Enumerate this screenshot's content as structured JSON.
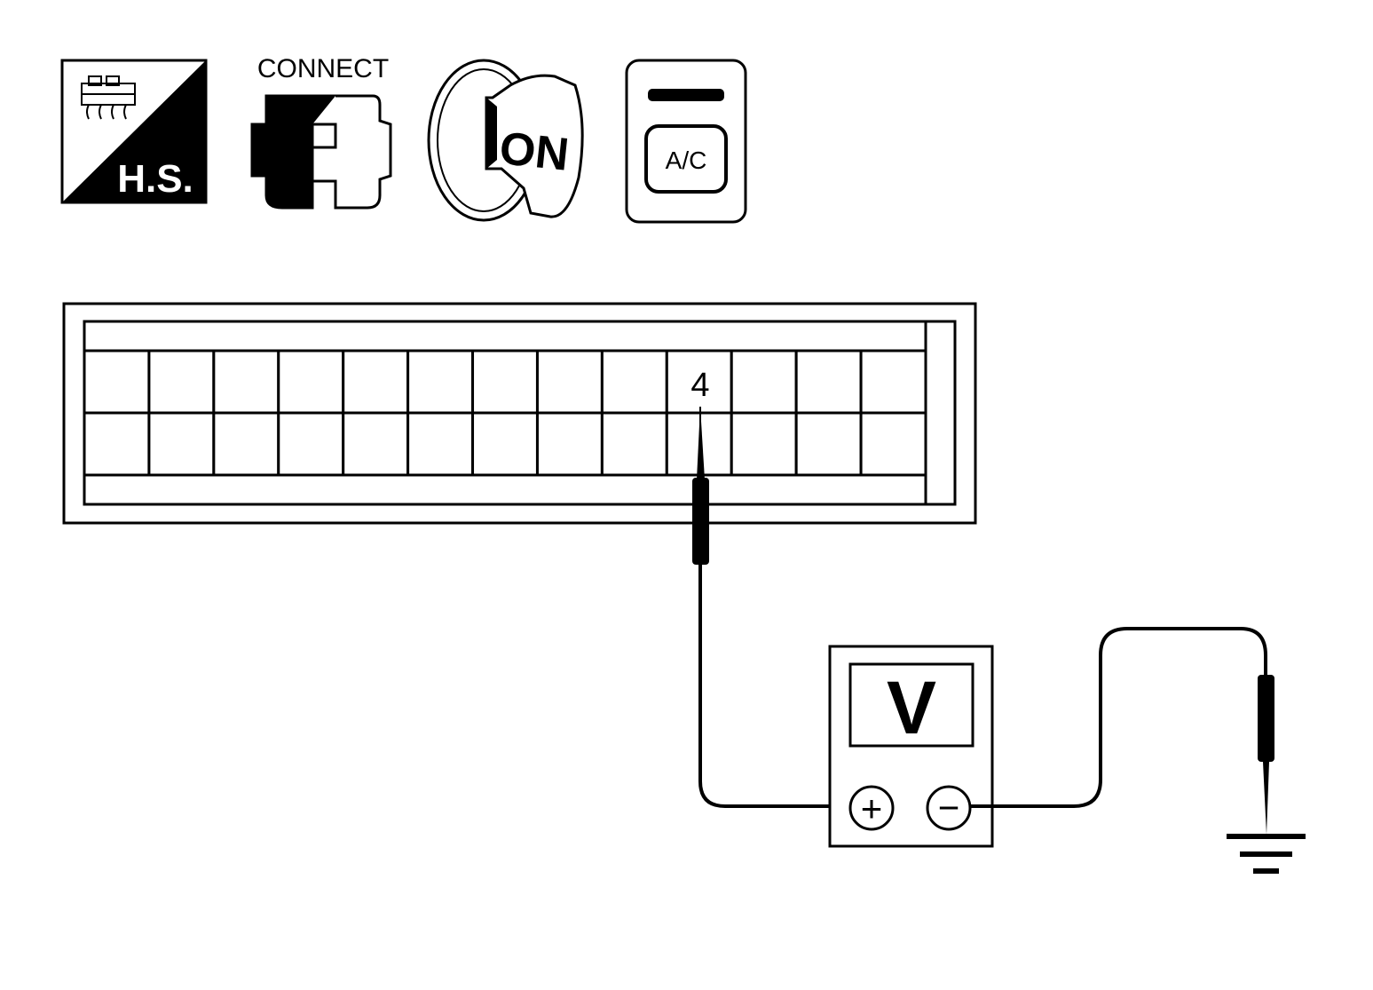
{
  "icons": {
    "harness_side": {
      "label": "H.S.",
      "icon": "harness-side-icon"
    },
    "connect": {
      "label": "CONNECT",
      "icon": "connector-connect-icon"
    },
    "ignition": {
      "label": "ON",
      "icon": "ignition-key-on-icon"
    },
    "ac_switch": {
      "label": "A/C",
      "icon": "ac-switch-icon"
    }
  },
  "connector": {
    "rows": 2,
    "columns": 13,
    "terminal_label": "4",
    "probed_row": 2,
    "probed_column": 10
  },
  "voltmeter": {
    "display": "V",
    "positive_symbol": "+",
    "negative_symbol": "−"
  },
  "ground": {
    "icon": "ground-symbol-icon"
  },
  "colors": {
    "line": "#000000",
    "background": "#ffffff"
  }
}
